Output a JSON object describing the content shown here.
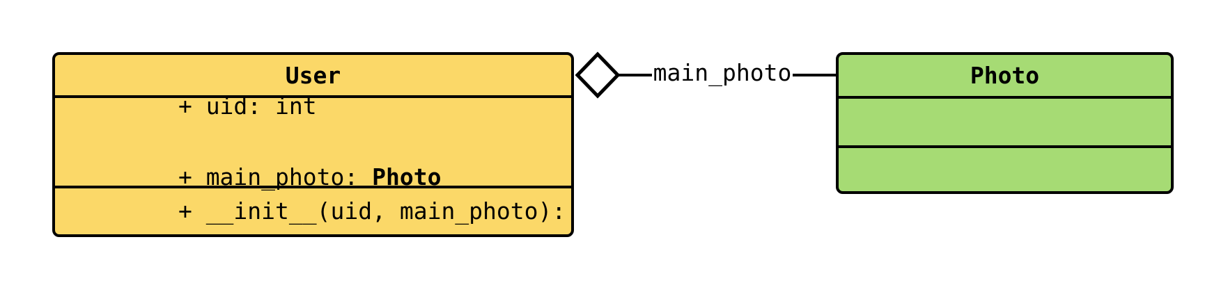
{
  "diagram": {
    "type": "uml-class-diagram",
    "background_color": "#ffffff",
    "stroke_color": "#000000",
    "classes": [
      {
        "name": "User",
        "fill_color": "#fbd868",
        "attributes": [
          {
            "text": "+ uid: int"
          },
          {
            "prefix": "+ main_photo: ",
            "type": "Photo"
          }
        ],
        "methods": [
          {
            "text": "+ __init__(uid, main_photo): None"
          }
        ]
      },
      {
        "name": "Photo",
        "fill_color": "#a6db74",
        "attributes": [],
        "methods": []
      }
    ],
    "relationship": {
      "type": "aggregation",
      "diamond_style": "hollow",
      "diamond_fill": "#ffffff",
      "diamond_at": "User",
      "label": "main_photo",
      "from": "User",
      "to": "Photo"
    }
  }
}
